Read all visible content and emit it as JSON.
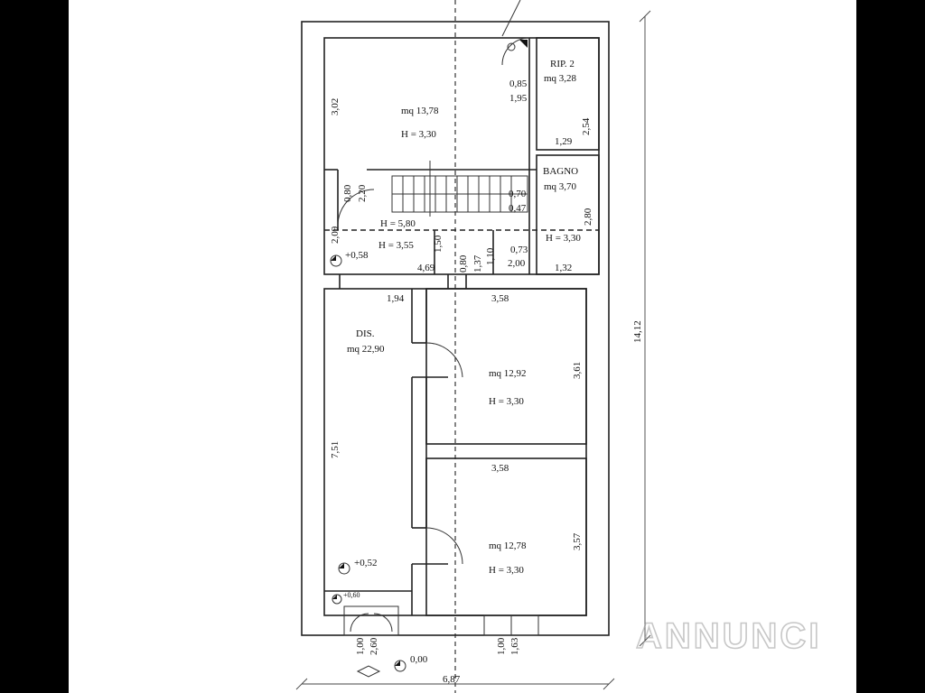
{
  "rooms": {
    "kitchen": {
      "area": "mq 13,78",
      "height": "H = 3,30",
      "side": "3,02"
    },
    "rip2": {
      "name": "RIP. 2",
      "area": "mq 3,28",
      "d1": "0,85",
      "d2": "1,95",
      "w": "1,29",
      "h": "2,54"
    },
    "bagno": {
      "name": "BAGNO",
      "area": "mq 3,70",
      "d1": "0,70",
      "d2": "0,47",
      "h": "2,80",
      "height": "H = 3,30",
      "w": "1,32"
    },
    "stair": {
      "h1": "H = 5,80",
      "h2": "H = 3,55",
      "d1": "0,80",
      "d2": "2,20",
      "d3": "2,09",
      "d4": "1,50",
      "d5": "4,69",
      "d6": "0,80",
      "d7": "1,37",
      "d8": "1,10",
      "d9": "0,73",
      "d10": "2,00",
      "level": "+0,58"
    },
    "dis": {
      "name": "DIS.",
      "area": "mq 22,90",
      "side": "7,51",
      "top": "1,94",
      "level": "+0,52",
      "level2": "+0,60"
    },
    "bed1": {
      "area": "mq 12,92",
      "height": "H = 3,30",
      "w": "3,58",
      "h": "3,61"
    },
    "bed2": {
      "area": "mq 12,78",
      "height": "H = 3,30",
      "w": "3,58",
      "h": "3,57"
    }
  },
  "dims": {
    "total_height": "14,12",
    "total_width": "6,87",
    "entrance_1": "1,00",
    "entrance_2": "2,60",
    "window_1": "1,00",
    "window_2": "1,63",
    "ground_level": "0,00"
  },
  "watermark": "ANNUNCI"
}
